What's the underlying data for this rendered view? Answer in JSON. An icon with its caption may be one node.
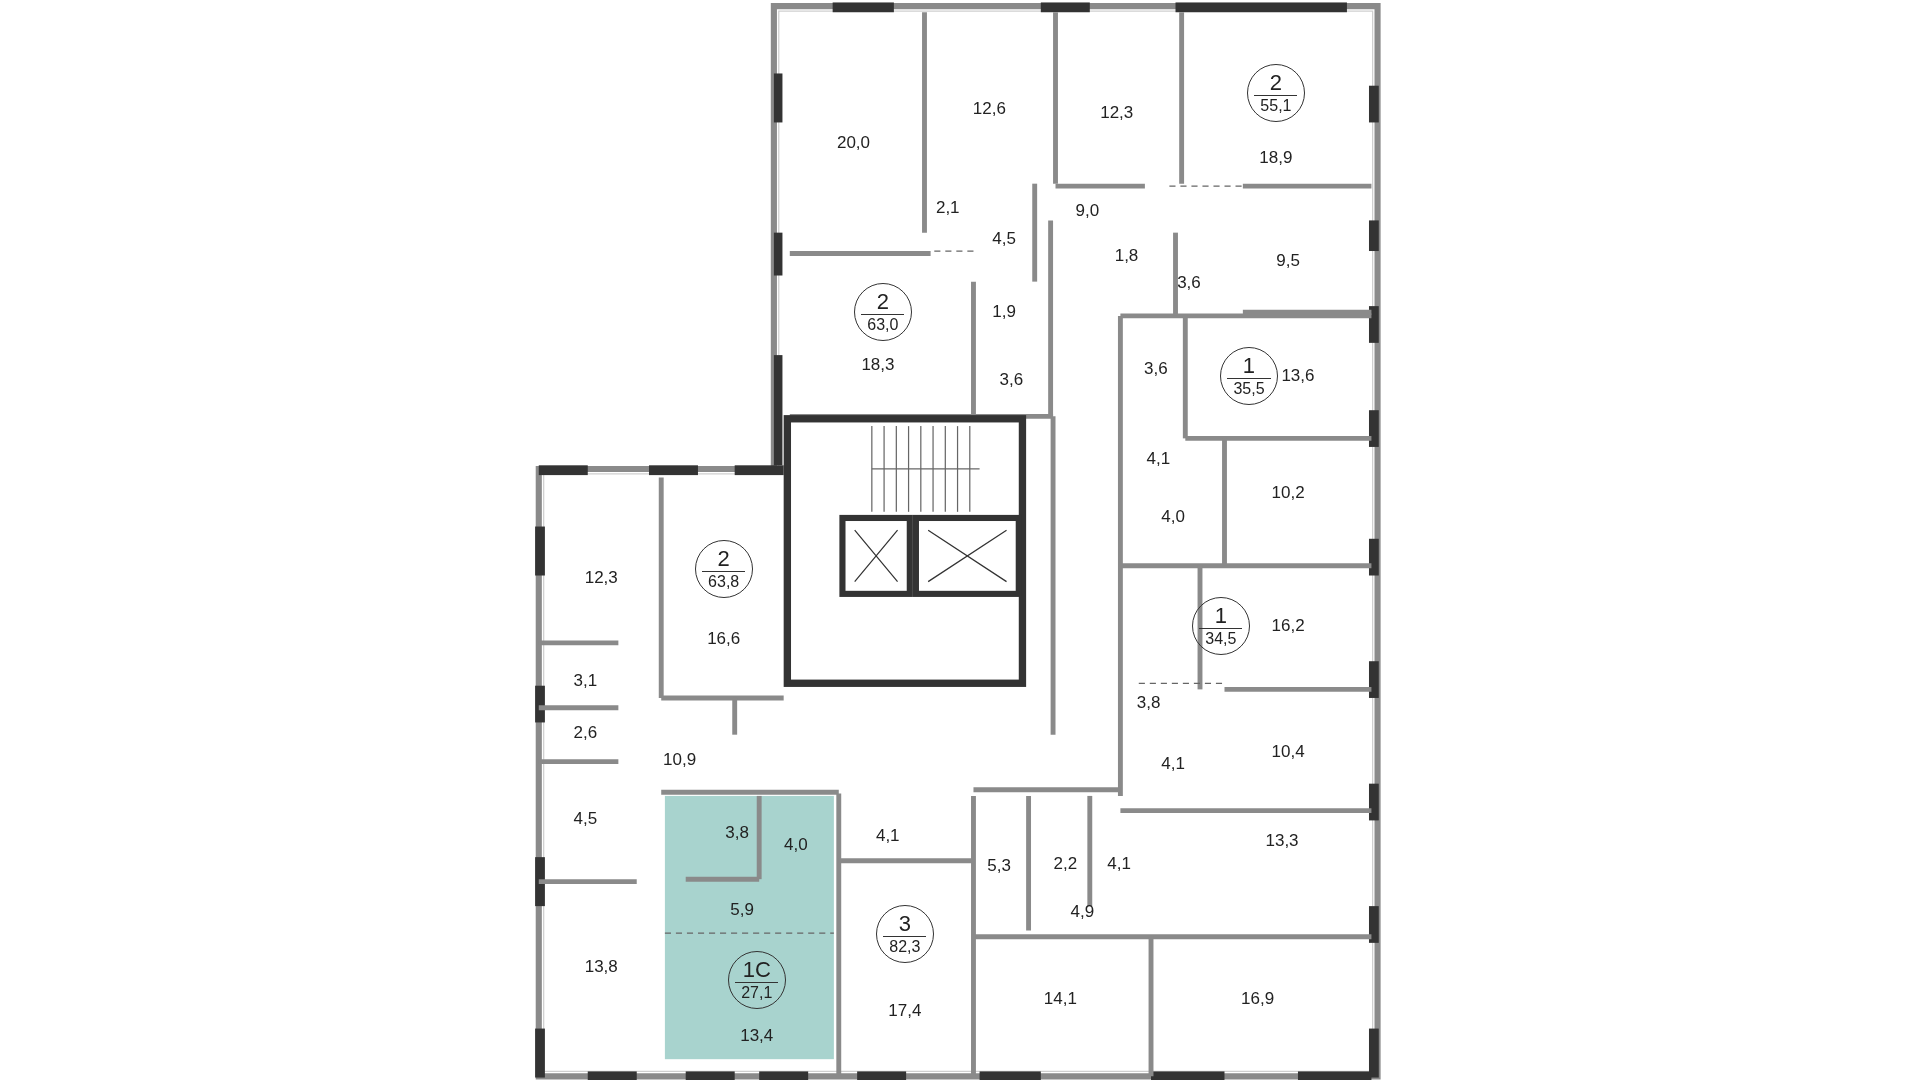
{
  "diagram": {
    "nodes": [
      {
        "text": [
          "2",
          "55,1"
        ]
      },
      {
        "text": [
          "2",
          "63,0"
        ]
      },
      {
        "text": [
          "1",
          "35,5"
        ]
      },
      {
        "text": [
          "2",
          "63,8"
        ]
      },
      {
        "text": [
          "1",
          "34,5"
        ]
      },
      {
        "text": [
          "3",
          "82,3"
        ]
      },
      {
        "text": [
          "1С",
          "27,1"
        ]
      }
    ],
    "labels": [
      "20,0",
      "12,6",
      "12,3",
      "18,9",
      "2,1",
      "9,0",
      "4,5",
      "1,8",
      "9,5",
      "3,6",
      "1,9",
      "18,3",
      "3,6",
      "3,6",
      "13,6",
      "4,1",
      "10,2",
      "4,0",
      "12,3",
      "16,6",
      "16,2",
      "3,1",
      "3,8",
      "2,6",
      "10,9",
      "4,1",
      "10,4",
      "4,5",
      "3,8",
      "4,0",
      "4,1",
      "13,3",
      "5,3",
      "2,2",
      "4,1",
      "5,9",
      "4,9",
      "13,8",
      "17,4",
      "14,1",
      "16,9",
      "13,4"
    ]
  }
}
